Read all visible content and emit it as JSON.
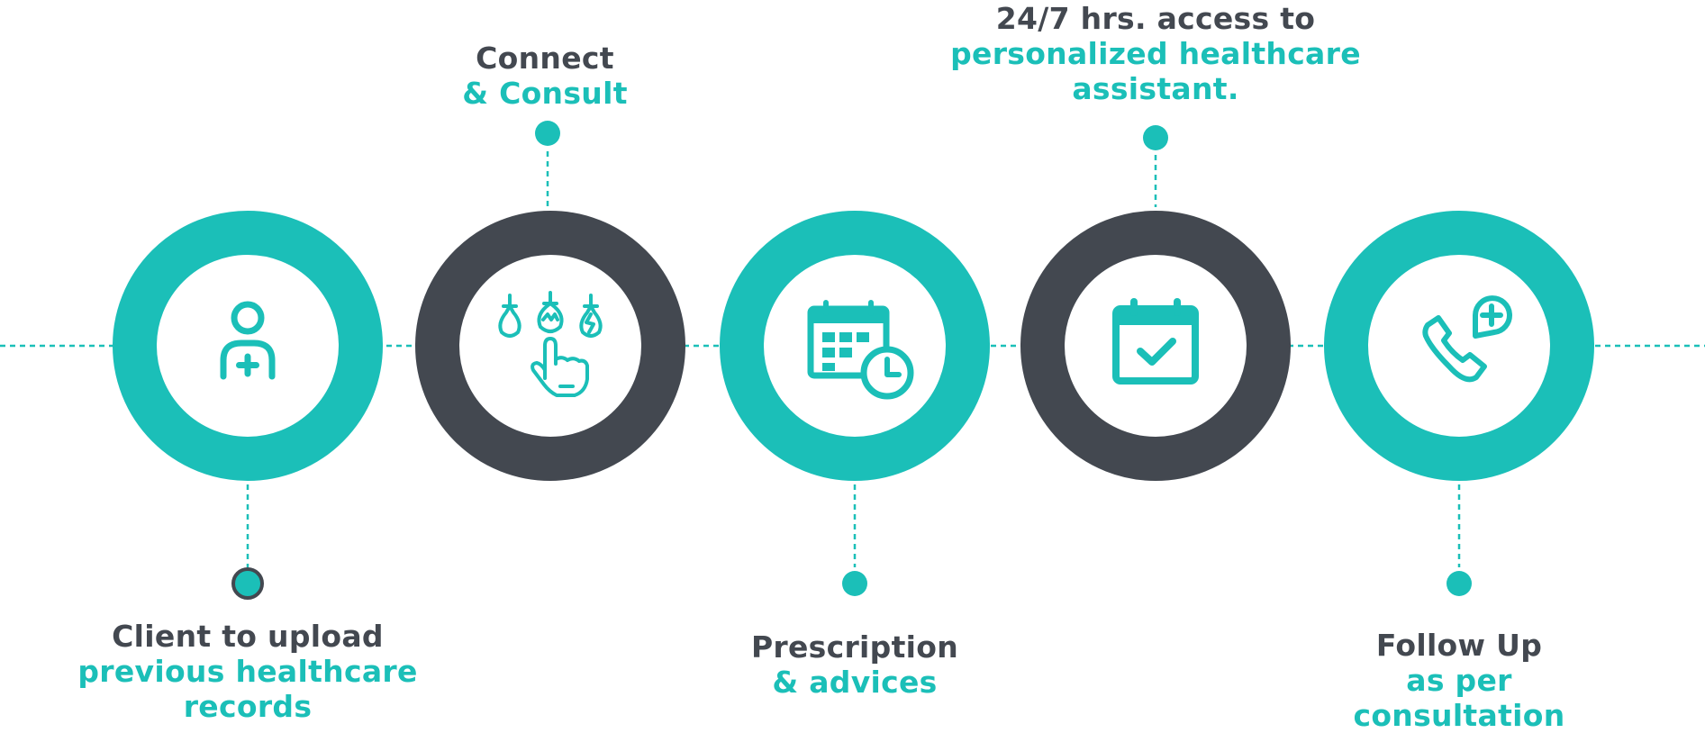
{
  "colors": {
    "teal": "#1bbfb8",
    "dark": "#434850",
    "background": "#ffffff"
  },
  "steps": [
    {
      "ring_color": "teal",
      "label_position": "below",
      "line1": "Client to upload",
      "line2": "previous healthcare",
      "line3": "records",
      "icon": "user-plus-icon"
    },
    {
      "ring_color": "dark",
      "label_position": "above",
      "line1": "Connect",
      "line2": "& Consult",
      "line3": "",
      "icon": "hand-lightbulbs-icon"
    },
    {
      "ring_color": "teal",
      "label_position": "below",
      "line1": "Prescription",
      "line2": "& advices",
      "line3": "",
      "icon": "calendar-clock-icon"
    },
    {
      "ring_color": "dark",
      "label_position": "above",
      "line1": "24/7 hrs. access to",
      "line2": "personalized healthcare",
      "line3": "assistant.",
      "icon": "calendar-check-icon"
    },
    {
      "ring_color": "teal",
      "label_position": "below",
      "line1": "Follow Up",
      "line2": "as per",
      "line3": "consultation",
      "icon": "phone-plus-pin-icon"
    }
  ]
}
